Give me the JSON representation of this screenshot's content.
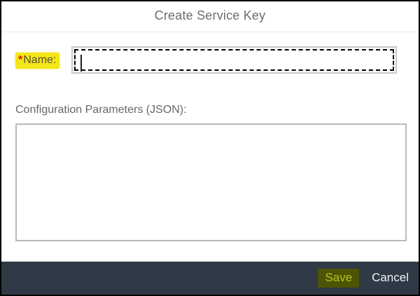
{
  "dialog": {
    "title": "Create Service Key",
    "name_field": {
      "required_marker": "*",
      "label": "Name:",
      "value": "",
      "placeholder": ""
    },
    "config_field": {
      "label": "Configuration Parameters (JSON):",
      "value": "",
      "placeholder": ""
    },
    "footer": {
      "save_label": "Save",
      "cancel_label": "Cancel"
    },
    "colors": {
      "footer_bg": "#2f3a46",
      "save_highlight_bg": "#4d5404",
      "save_text": "#b5c228",
      "cancel_text": "#eef2f6",
      "title_text": "#6a6d70",
      "required_marker_red": "#e01600",
      "label_highlight_yellow": "#f5e617",
      "dialog_border": "#000000"
    }
  }
}
